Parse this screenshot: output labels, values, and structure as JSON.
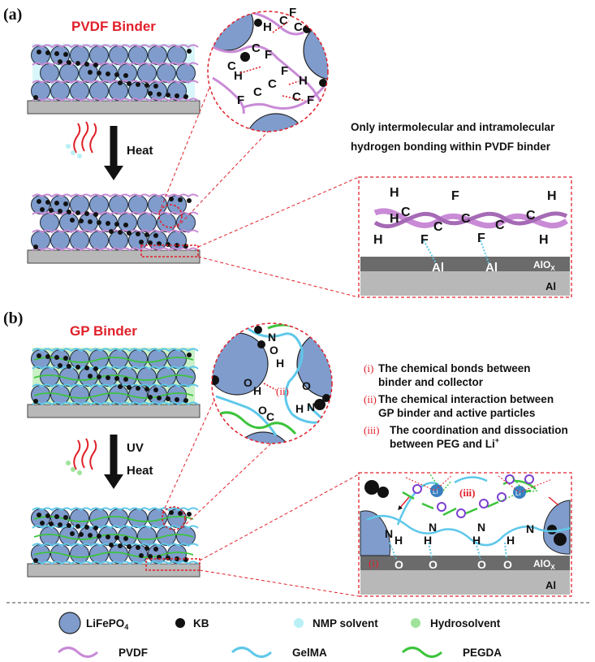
{
  "panel_a": {
    "label": "(a)",
    "title": "PVDF Binder",
    "step_label": "Heat",
    "note_line1": "Only intermolecular and intramolecular",
    "note_line2": "hydrogen bonding within PVDF binder",
    "zoom_atoms": [
      "H",
      "C",
      "F",
      "C",
      "C",
      "H",
      "C",
      "F",
      "F",
      "C",
      "C",
      "F",
      "H",
      "C",
      "F"
    ],
    "chain_atoms": {
      "h": "H",
      "c": "C",
      "f": "F"
    },
    "surface_atom": "Al",
    "oxide_label": "AlO",
    "oxide_sub": "X",
    "foil_label": "Al"
  },
  "panel_b": {
    "label": "(b)",
    "title": "GP Binder",
    "step_label1": "UV",
    "step_label2": "Heat",
    "markers": {
      "i": "(i)",
      "ii": "(ii)",
      "iii": "(iii)"
    },
    "items": [
      {
        "marker": "(i)",
        "line1": "The chemical bonds between",
        "line2": "binder  and collector"
      },
      {
        "marker": "(ii)",
        "line1": "The chemical interaction between",
        "line2": "GP binder and  active particles"
      },
      {
        "marker": "(iii)",
        "line1": "The coordination and dissociation",
        "line2": "between PEG and Li"
      }
    ],
    "li_plus": "+",
    "zoom_atoms": {
      "n": "N",
      "h": "H",
      "o": "O",
      "c": "C"
    },
    "li_label": "Li",
    "oxide_label": "AlO",
    "oxide_sub": "X",
    "foil_label": "Al",
    "surface_o": "O"
  },
  "legend": {
    "lifepo4": "LiFePO",
    "lifepo4_sub": "4",
    "kb": "KB",
    "nmp": "NMP solvent",
    "hydro": "Hydrosolvent",
    "pvdf": "PVDF",
    "gelma": "GelMA",
    "pegda": "PEGDA"
  },
  "colors": {
    "particle": "#7f9ccc",
    "pvdf": "#c98ad6",
    "gelma": "#5ec8ea",
    "pegda": "#3cc43c",
    "nmp": "#b9f0f5",
    "hydro": "#9fe39a",
    "red": "#e0202a",
    "substrate": "#b8b8b8",
    "oxide": "#6b6b6b"
  }
}
